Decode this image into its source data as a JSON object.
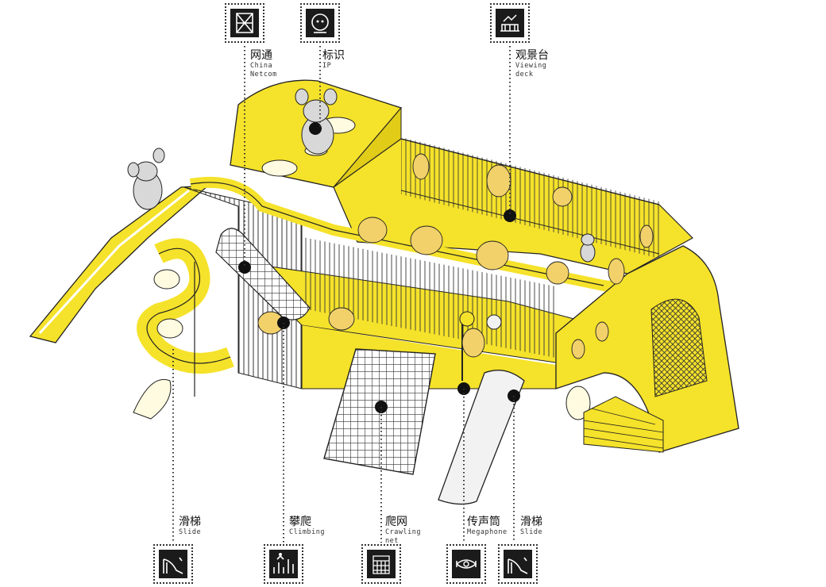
{
  "callouts": {
    "netcom": {
      "cn": "网通",
      "en": [
        "China",
        "Netcom"
      ],
      "icon": "frame-grid-icon"
    },
    "ip": {
      "cn": "标识",
      "en": [
        "IP"
      ],
      "icon": "mascot-face-icon"
    },
    "viewing": {
      "cn": "观景台",
      "en": [
        "Viewing",
        "deck"
      ],
      "icon": "viewing-deck-icon"
    },
    "slide1": {
      "cn": "滑梯",
      "en": [
        "Slide"
      ],
      "icon": "slide-icon"
    },
    "climbing": {
      "cn": "攀爬",
      "en": [
        "Climbing"
      ],
      "icon": "climbing-icon"
    },
    "crawling": {
      "cn": "爬网",
      "en": [
        "Crawling",
        "net"
      ],
      "icon": "crawling-net-icon"
    },
    "megaphone": {
      "cn": "传声筒",
      "en": [
        "Megaphone"
      ],
      "icon": "megaphone-icon"
    },
    "slide2": {
      "cn": "滑梯",
      "en": [
        "Slide"
      ],
      "icon": "slide-icon"
    }
  },
  "colors": {
    "structure": "#f5e22a",
    "structure_dark": "#c9b400",
    "outline": "#222222",
    "cheese": "#f2d16b",
    "mesh": "#ffffff",
    "marker": "#111111"
  }
}
